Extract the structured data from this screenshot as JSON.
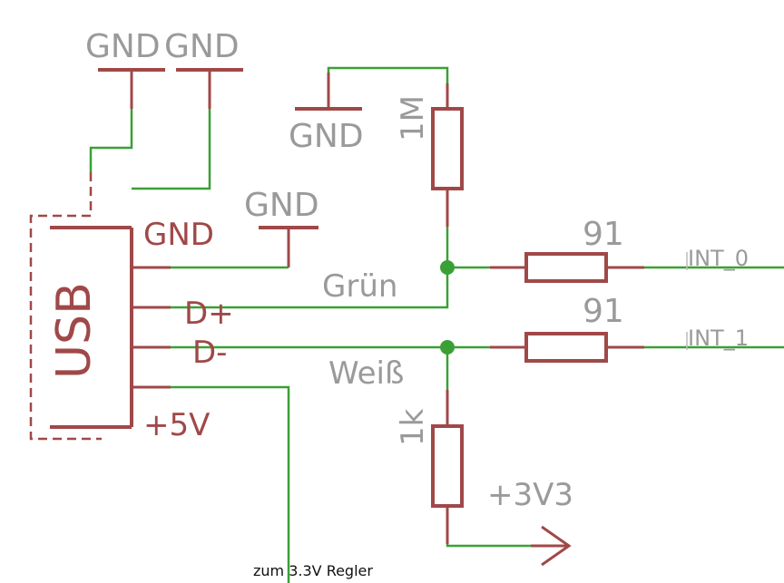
{
  "schematic": {
    "usb_connector": {
      "name": "USB",
      "pins": [
        "GND",
        "D+",
        "D-",
        "+5V"
      ]
    },
    "ground_symbols": [
      "GND",
      "GND",
      "GND",
      "GND"
    ],
    "resistors": [
      {
        "value": "1M"
      },
      {
        "value": "91"
      },
      {
        "value": "91"
      },
      {
        "value": "1k"
      }
    ],
    "net_labels": {
      "gruen": "Grün",
      "weiss": "Weiß",
      "int0": "INT_0",
      "int1": "INT_1",
      "supply": "+3V3",
      "regler": "zum 3.3V Regler"
    },
    "colors": {
      "wire": "#3aa035",
      "component": "#a04848",
      "label": "#9a9a9a"
    }
  }
}
